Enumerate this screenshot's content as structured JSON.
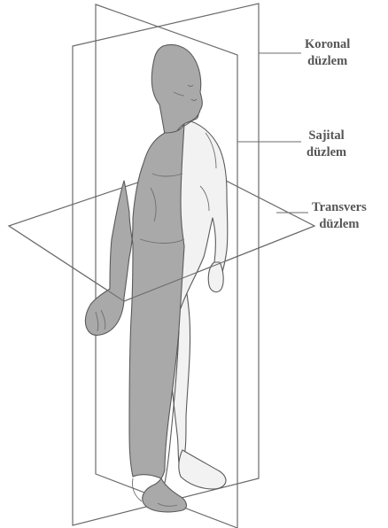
{
  "planes": {
    "coronal": {
      "line1": "Koronal",
      "line2": "düzlem"
    },
    "sagittal": {
      "line1": "Sajital",
      "line2": "düzlem"
    },
    "transverse": {
      "line1": "Transvers",
      "line2": "düzlem"
    }
  },
  "colors": {
    "shaded_half": "#a9a9a9",
    "light_half": "#f2f2f2",
    "outline": "#5a5a5a",
    "plane_line": "#6b6b6b",
    "label_text": "#555555"
  }
}
